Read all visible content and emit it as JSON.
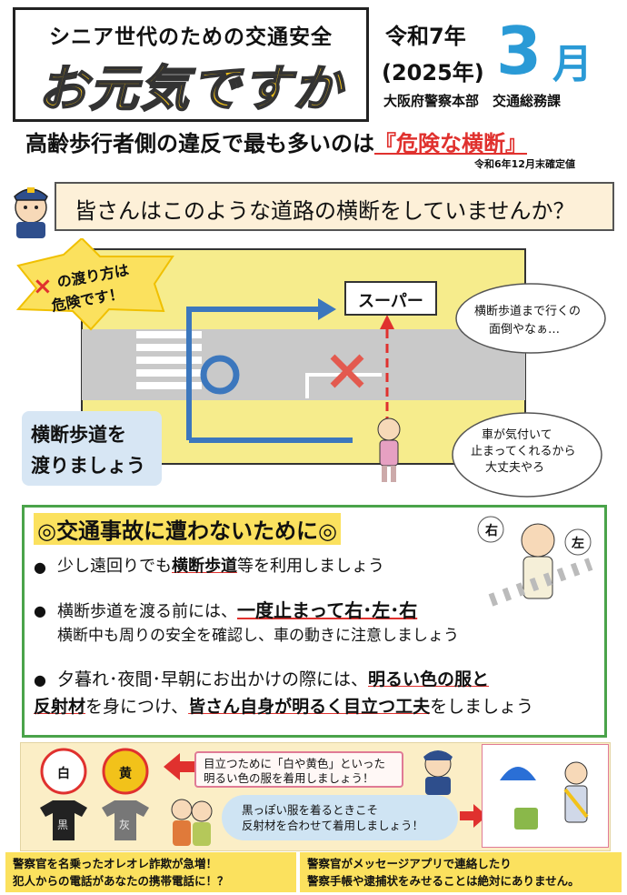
{
  "header": {
    "subtitle": "シニア世代のための交通安全",
    "title": "お元気ですか",
    "era_year": "令和7年",
    "ad_year": "(2025年)",
    "month_num": "3",
    "month_kanji": "月",
    "dept": "大阪府警察本部　交通総務課"
  },
  "headline": {
    "text": "高齢歩行者側の違反で最も多いのは",
    "highlight": "『危険な横断』",
    "note": "令和6年12月末確定値"
  },
  "question": "皆さんはこのような道路の横断をしていませんか？",
  "illustration": {
    "danger_badge_line1": "の渡り方は",
    "danger_badge_line2": "危険です！",
    "danger_mark": "×",
    "store_sign": "スーパー",
    "crosswalk_label_line1": "横断歩道を",
    "crosswalk_label_line2": "渡りましょう",
    "bubble1_line1": "横断歩道まで行くの",
    "bubble1_line2": "面倒やなぁ…",
    "bubble2_line1": "車が気付いて",
    "bubble2_line2": "止まってくれるから",
    "bubble2_line3": "大丈夫やろ",
    "right_label": "右",
    "left_label": "左"
  },
  "tips": {
    "heading": "◎交通事故に遭わないために◎",
    "bullet": "●",
    "tip1_pre": "少し遠回りでも",
    "tip1_em": "横断歩道",
    "tip1_post": "等を利用しましょう",
    "tip2_pre": "横断歩道を渡る前には、",
    "tip2_em": "一度止まって右･左･右",
    "tip2_line2": "横断中も周りの安全を確認し、車の動きに注意しましょう",
    "tip3_pre": "夕暮れ･夜間･早朝にお出かけの際には、",
    "tip3_em": "明るい色の服と",
    "tip3_em2": "反射材",
    "tip3_mid": "を身につけ、",
    "tip3_em3": "皆さん自身が明るく目立つ工夫",
    "tip3_post": "をしましょう"
  },
  "bottom": {
    "shirt_white": "白",
    "shirt_yellow": "黄",
    "shirt_black": "黒",
    "shirt_gray": "灰",
    "tip_bright_line1": "目立つために「白や黄色」といった",
    "tip_bright_line2": "明るい色の服を着用しましょう！",
    "tip_reflect_line1": "黒っぽい服を着るときこそ",
    "tip_reflect_line2": "反射材を合わせて着用しましょう！"
  },
  "warnings": {
    "left_line1": "警察官を名乗ったオレオレ詐欺が急増！",
    "left_line2": "犯人からの電話があなたの携帯電話に！？",
    "right_line1": "警察官がメッセージアプリで連絡したり",
    "right_line2": "警察手帳や逮捕状をみせることは絶対にありません。"
  },
  "colors": {
    "accent_blue": "#2a9ad6",
    "title_yellow": "#f2c21a",
    "danger_red": "#e0312e",
    "tips_green": "#4aa34a",
    "road_yellow": "#f6ec8c"
  }
}
